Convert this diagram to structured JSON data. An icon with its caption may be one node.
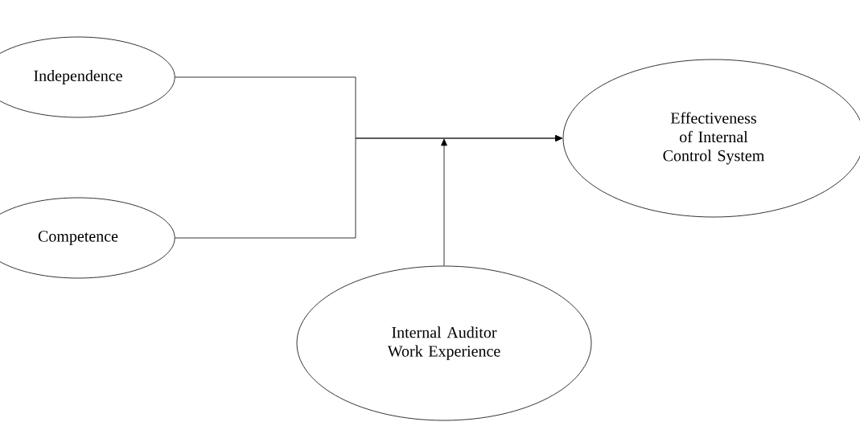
{
  "diagram": {
    "nodes": [
      {
        "text": [
          "Independence"
        ]
      },
      {
        "text": [
          "Competence"
        ]
      },
      {
        "text": [
          "Effectiveness of Internal Control System"
        ]
      },
      {
        "text": [
          "Internal Auditor Work Experience"
        ]
      }
    ],
    "edges": [
      {
        "from": 0,
        "to": 2,
        "arrow": "to"
      },
      {
        "from": 1,
        "to": 2,
        "arrow": "to"
      },
      {
        "from": 3,
        "to": null,
        "arrow": "to"
      }
    ]
  }
}
